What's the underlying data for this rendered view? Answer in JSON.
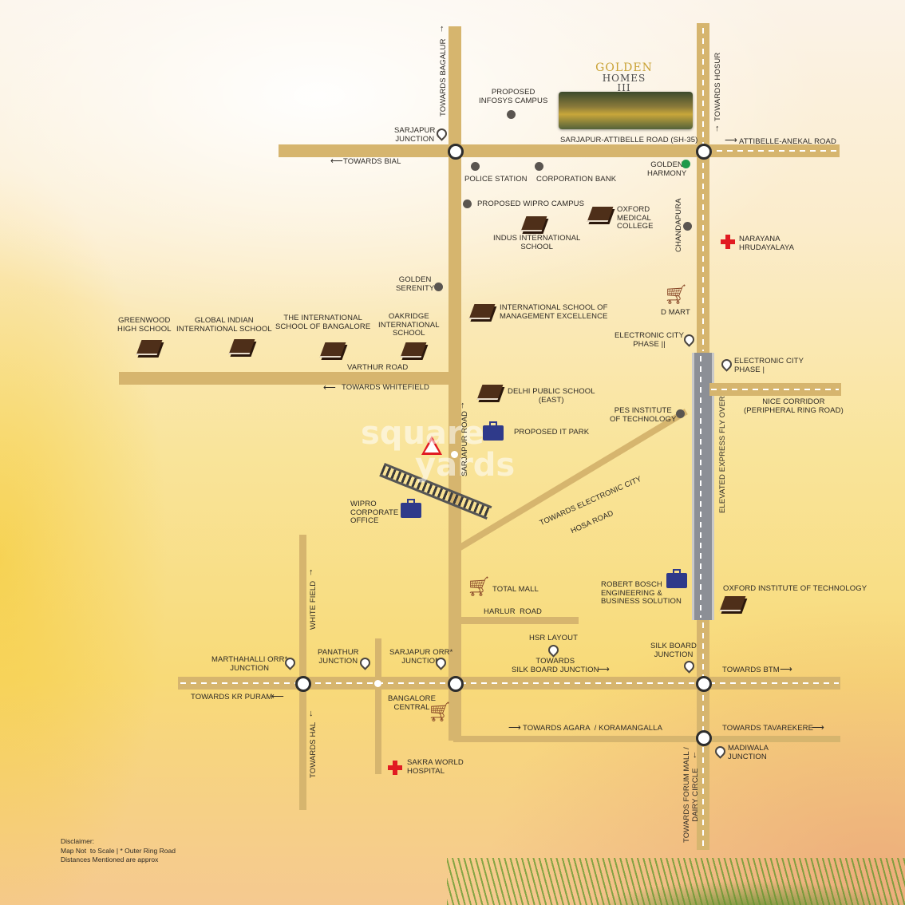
{
  "logo": {
    "line1": "GOLDEN",
    "line2": "HOMES III"
  },
  "watermark": {
    "line1": "square",
    "line2": "yards"
  },
  "roads": {
    "sarjapur_attibelle": "SARJAPUR-ATTIBELLE ROAD (SH-35)",
    "attibelle_anekal": "ATTIBELLE-ANEKAL ROAD",
    "towards_bial": "TOWARDS BIAL",
    "towards_bagalur": "TOWARDS BAGALUR",
    "towards_hosur": "TOWARDS HOSUR",
    "varthur_road": "VARTHUR ROAD",
    "towards_whitefield": "TOWARDS WHITEFIELD",
    "sarjapur_road": "SARJAPUR ROAD",
    "towards_electronic_city": "TOWARDS ELECTRONIC CITY",
    "hosa_road": "HOSA ROAD",
    "nice_corridor": "NICE CORRIDOR\n(PERIPHERAL RING ROAD)",
    "elevated_express": "ELEVATED EXPRESS FLY OVER",
    "harlur_road": "HARLUR  ROAD",
    "white_field": "WHITE FIELD",
    "towards_hal": "TOWARDS HAL",
    "towards_kr_puram": "TOWARDS KR PURAM",
    "towards_silk_board": "TOWARDS\nSILK BOARD JUNCTION",
    "towards_btm": "TOWARDS BTM",
    "towards_agara": "TOWARDS AGARA  / KORAMANGALLA",
    "towards_tavarekere": "TOWARDS TAVAREKERE",
    "towards_forum": "TOWARDS FORUM MALL /\nDAIRY CIRCLE",
    "chandapura": "CHANDAPURA"
  },
  "places": {
    "infosys": "PROPOSED\nINFOSYS CAMPUS",
    "sarjapur_junction": "SARJAPUR\nJUNCTION",
    "police_station": "POLICE STATION",
    "corporation_bank": "CORPORATION BANK",
    "golden_harmony": "GOLDEN\nHARMONY",
    "wipro_campus": "PROPOSED WIPRO CAMPUS",
    "indus": "INDUS INTERNATIONAL\nSCHOOL",
    "oxford_medical": "OXFORD\nMEDICAL\nCOLLEGE",
    "narayana": "NARAYANA\nHRUDAYALAYA",
    "golden_serenity": "GOLDEN\nSERENITY",
    "greenwood": "GREENWOOD\nHIGH SCHOOL",
    "global_indian": "GLOBAL INDIAN\nINTERNATIONAL SCHOOL",
    "international_school_bangalore": "THE INTERNATIONAL\nSCHOOL OF BANGALORE",
    "oakridge": "OAKRIDGE\nINTERNATIONAL\nSCHOOL",
    "ism": "INTERNATIONAL SCHOOL OF\nMANAGEMENT EXCELLENCE",
    "dmart": "D MART",
    "ecity2": "ELECTRONIC CITY\nPHASE ||",
    "ecity1": "ELECTRONIC CITY\nPHASE |",
    "dps": "DELHI PUBLIC SCHOOL\n(EAST)",
    "pes": "PES INSTITUTE\nOF TECHNOLOGY",
    "it_park": "PROPOSED IT PARK",
    "wipro_office": "WIPRO\nCORPORATE\nOFFICE",
    "total_mall": "TOTAL MALL",
    "bosch": "ROBERT BOSCH\nENGINEERING &\nBUSINESS SOLUTION",
    "oxford_tech": "OXFORD INSTITUTE OF TECHNOLOGY",
    "hsr": "HSR LAYOUT",
    "silk_board": "SILK BOARD\nJUNCTION",
    "marthahalli": "MARTHAHALLI ORR*\nJUNCTION",
    "panathur": "PANATHUR\nJUNCTION",
    "sarjapur_orr": "SARJAPUR ORR*\nJUNCTION",
    "bangalore_central": "BANGALORE\nCENTRAL",
    "sakra": "SAKRA WORLD\nHOSPITAL",
    "madiwala": "MADIWALA\nJUNCTION"
  },
  "disclaimer": "Disclaimer:\nMap Not  to Scale | * Outer Ring Road\nDistances Mentioned are approx",
  "colors": {
    "road": "#d6b56e",
    "hospital": "#e11b22",
    "school": "#4e2f19",
    "office": "#2f3a8a",
    "green_dot": "#1f9a4a"
  }
}
